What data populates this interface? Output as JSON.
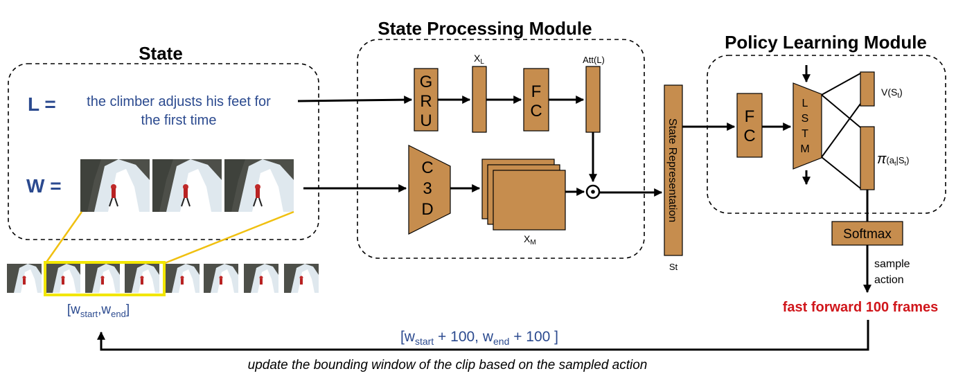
{
  "titles": {
    "state": "State",
    "state_processing": "State Processing Module",
    "policy_learning": "Policy Learning Module"
  },
  "state": {
    "l_label": "L =",
    "l_text_line1": "the climber adjusts his feet for",
    "l_text_line2": "the first time",
    "w_label": "W ="
  },
  "processing": {
    "gru_letters": [
      "G",
      "R",
      "U"
    ],
    "xl_label": "X",
    "xl_sub": "L",
    "fc_letters": [
      "F",
      "C"
    ],
    "att_label": "Att(L)",
    "c3d_letters": [
      "C",
      "3",
      "D"
    ],
    "xm_label": "X",
    "xm_sub": "M",
    "dot_symbol": "⊙"
  },
  "state_rep": {
    "label": "State Representation",
    "st_label": "St"
  },
  "policy": {
    "fc_letters": [
      "F",
      "C"
    ],
    "lstm_letters": [
      "L",
      "S",
      "T",
      "M"
    ],
    "value_label": "V(S",
    "value_sub": "t",
    "value_close": ")",
    "pi_symbol": "π",
    "pi_rest": "(a",
    "pi_sub1": "t",
    "pi_mid": "|S",
    "pi_sub2": "t",
    "pi_close": ")",
    "softmax": "Softmax",
    "sample_line1": "sample",
    "sample_line2": "action",
    "fast_forward": "fast forward 100 frames"
  },
  "window": {
    "label_open": "[w",
    "label_start_sub": "start",
    "label_comma": ",w",
    "label_end_sub": "end",
    "label_close": "]"
  },
  "update": {
    "formula_open": "[w",
    "formula_start_sub": "start",
    "formula_mid": " + 100, w",
    "formula_end_sub": "end",
    "formula_close": " + 100 ]",
    "caption": "update the bounding window of the clip based on the sampled action"
  },
  "colors": {
    "block": "#c68d4e",
    "blue_text": "#2b4a8f",
    "red_text": "#d0161b",
    "window_highlight": "#f2e600",
    "connector": "#f0c010"
  }
}
